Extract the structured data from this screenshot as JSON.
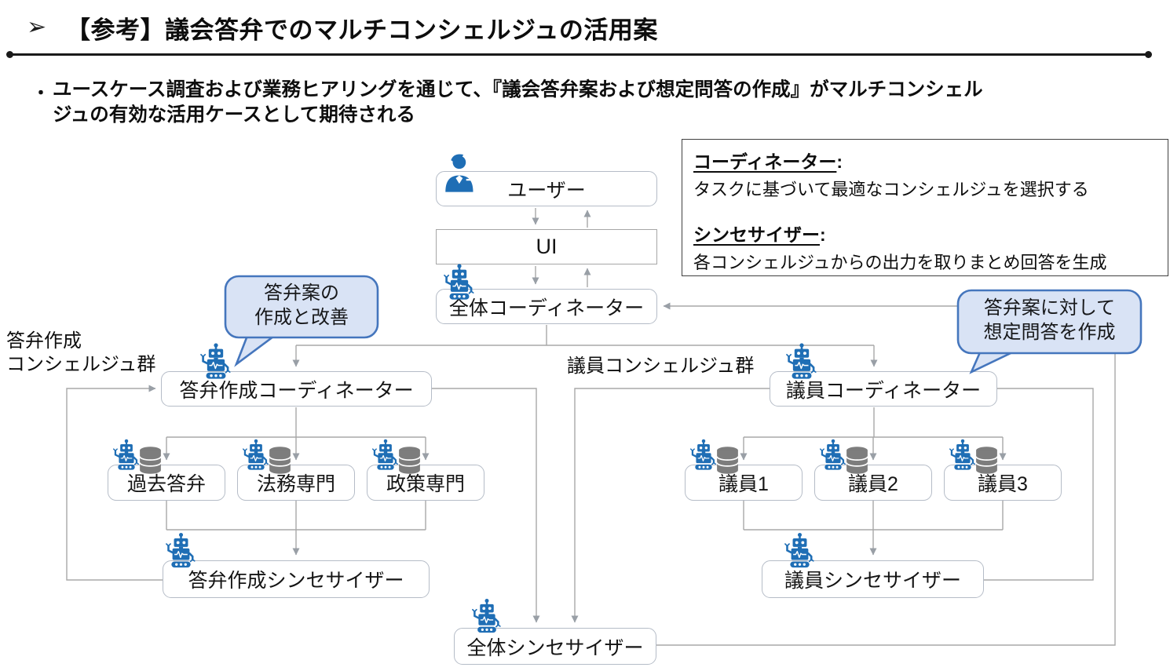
{
  "title": {
    "marker": "➢",
    "text": "【参考】議会答弁でのマルチコンシェルジュの活用案"
  },
  "bullet": {
    "marker": "・",
    "lines": [
      "ユースケース調査および業務ヒアリングを通じて、『議会答弁案および想定問答の作成』がマルチコンシェル",
      "ジュの有効な活用ケースとして期待される"
    ]
  },
  "legend": {
    "items": [
      {
        "term": "コーディネーター",
        "suffix": ":",
        "desc": "タスクに基づいて最適なコンシェルジュを選択する"
      },
      {
        "term": "シンセサイザー",
        "suffix": ":",
        "desc": "各コンシェルジュからの出力を取りまとめ回答を生成"
      }
    ]
  },
  "callouts": {
    "left": {
      "lines": [
        "答弁案の",
        "作成と改善"
      ]
    },
    "right": {
      "lines": [
        "答弁案に対して",
        "想定問答を作成"
      ]
    }
  },
  "group_labels": {
    "left_lines": [
      "答弁作成",
      "コンシェルジュ群"
    ],
    "right": "議員コンシェルジュ群"
  },
  "nodes": {
    "user": "ユーザー",
    "ui": "UI",
    "global_coordinator": "全体コーディネーター",
    "toben_coordinator": "答弁作成コーディネーター",
    "kako_toben": "過去答弁",
    "homu_senmon": "法務専門",
    "seisaku_senmon": "政策専門",
    "toben_synthesizer": "答弁作成シンセサイザー",
    "giin_coordinator": "議員コーディネーター",
    "giin1": "議員1",
    "giin2": "議員2",
    "giin3": "議員3",
    "giin_synthesizer": "議員シンセサイザー",
    "global_synthesizer": "全体シンセサイザー"
  },
  "icons": {
    "robot": "robot-icon",
    "database": "database-icon",
    "person": "person-icon",
    "title_arrow": "arrowhead-icon"
  },
  "colors": {
    "icon_blue": "#1f6eb5",
    "database_gray": "#7d7d7d",
    "connector_gray": "#a8a8a8",
    "node_border": "#b5bcc7",
    "callout_fill": "#d9e3f5",
    "callout_border": "#4576bd",
    "legend_border": "#404040",
    "text_black": "#0d0d0d"
  }
}
